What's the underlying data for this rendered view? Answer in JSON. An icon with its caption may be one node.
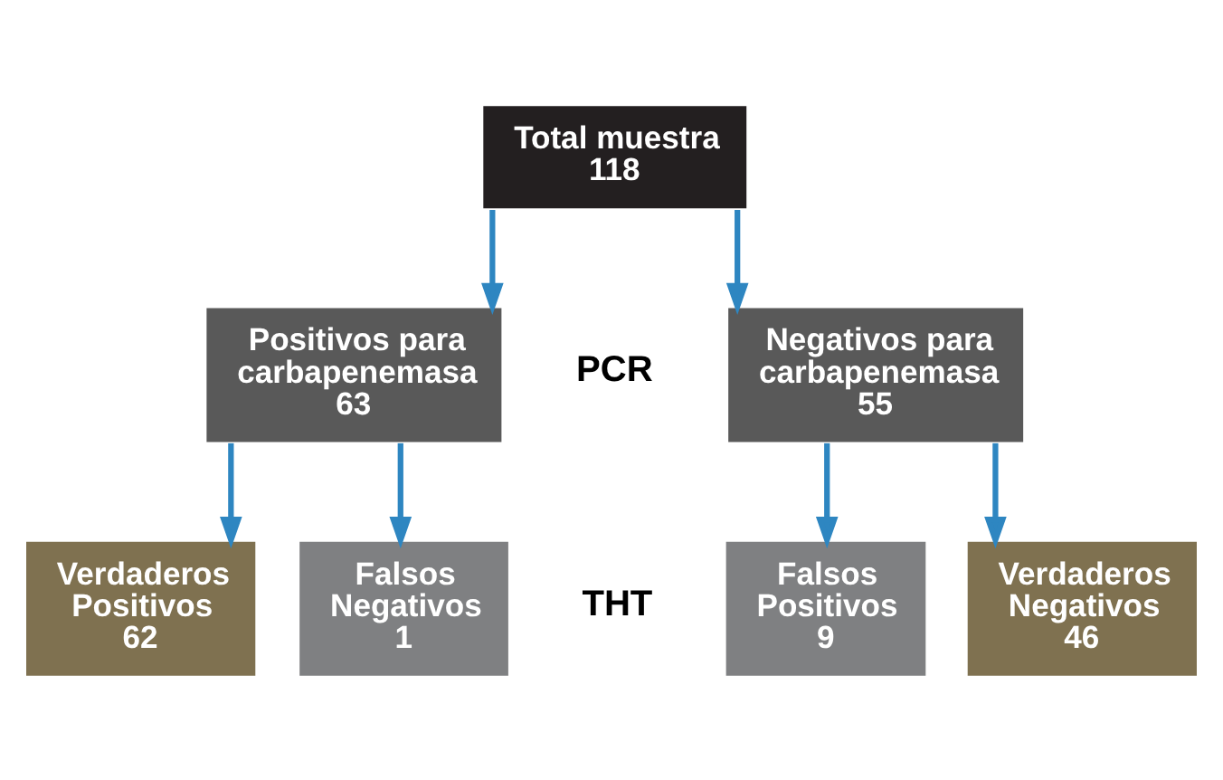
{
  "diagram": {
    "nodes": [
      {
        "text": [
          "Total muestra",
          "118"
        ]
      },
      {
        "text": [
          "Positivos para carbapenemasa",
          "63"
        ]
      },
      {
        "text": [
          "Negativos para carbapenemasa",
          "55"
        ]
      },
      {
        "text": [
          "Verdaderos Positivos",
          "62"
        ]
      },
      {
        "text": [
          "Falsos Negativos",
          "1"
        ]
      },
      {
        "text": [
          "Falsos Positivos",
          "9"
        ]
      },
      {
        "text": [
          "Verdaderos Negativos",
          "46"
        ]
      }
    ],
    "edges": [
      {
        "from": 0,
        "to": 1,
        "arrow": "to"
      },
      {
        "from": 0,
        "to": 2,
        "arrow": "to"
      },
      {
        "from": 1,
        "to": 3,
        "arrow": "to"
      },
      {
        "from": 1,
        "to": 4,
        "arrow": "to"
      },
      {
        "from": 2,
        "to": 5,
        "arrow": "to"
      },
      {
        "from": 2,
        "to": 6,
        "arrow": "to"
      }
    ],
    "labels": [
      "PCR",
      "THT"
    ]
  }
}
